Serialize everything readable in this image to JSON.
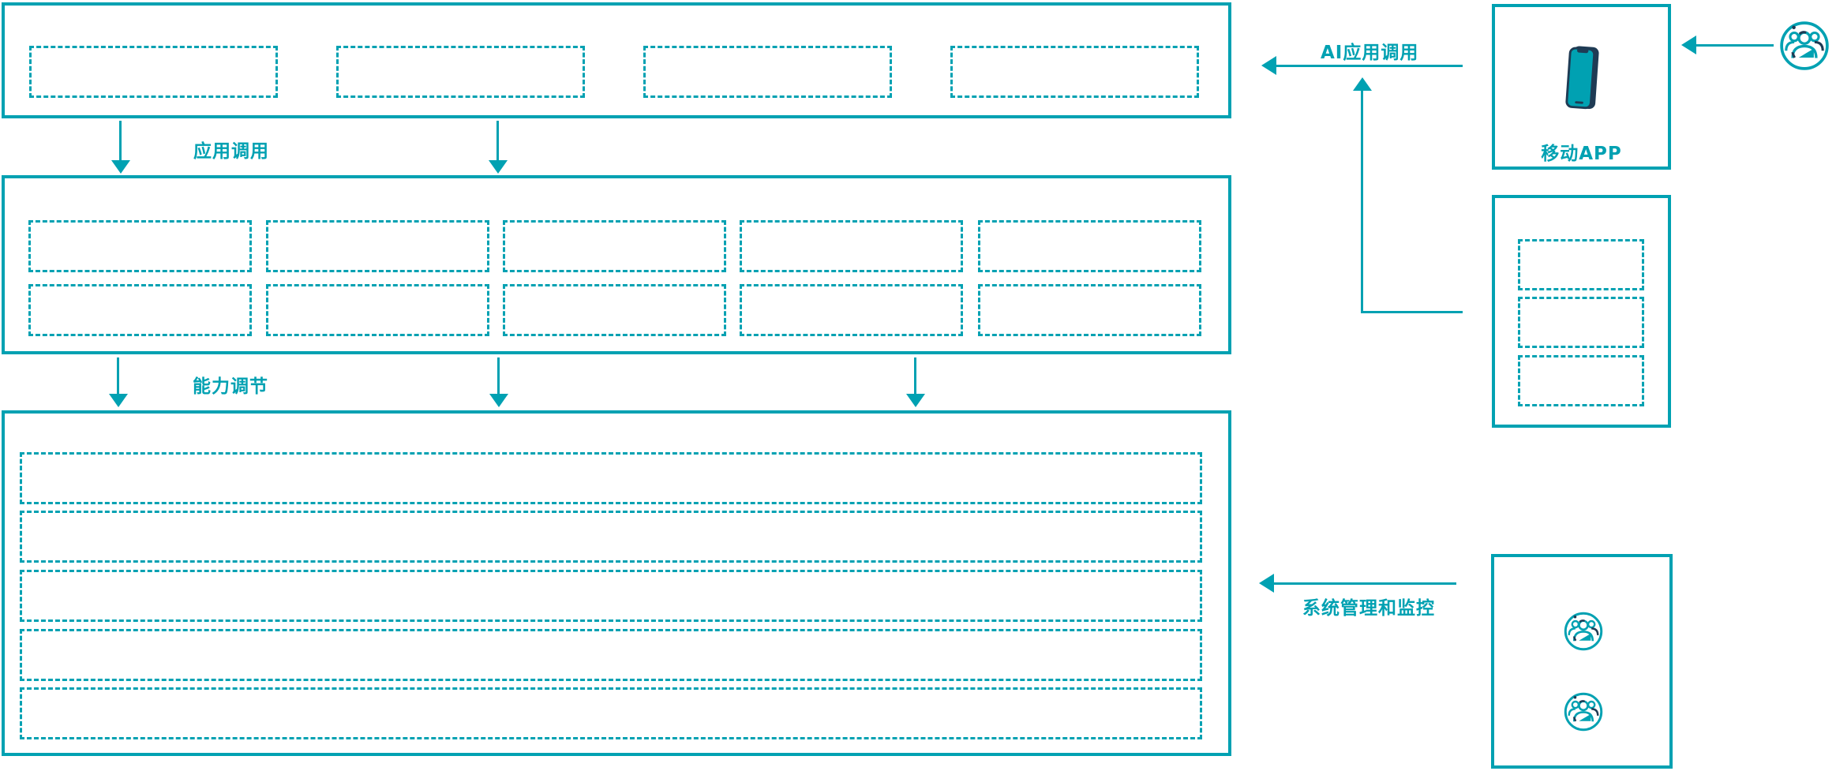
{
  "diagram_title": "",
  "colors": {
    "accent_teal": "#00a1b2",
    "accent_navy": "#1f3b54",
    "background": "#ffffff"
  },
  "flow_labels": {
    "app_call": "应用调用",
    "capability_adjust": "能力调节",
    "ai_app_call": "AI应用调用",
    "system_management": "系统管理和监控"
  },
  "mobile_app": {
    "label": "移动APP",
    "icon": "mobile-phone-icon"
  },
  "actors": {
    "top_right_icon": "user-group-icon",
    "admin_box_icons": [
      "user-group-icon",
      "user-group-icon"
    ]
  },
  "layers": {
    "top_layer": {
      "placeholder_count": 4
    },
    "middle_layer": {
      "rows": 2,
      "cols": 5,
      "placeholder_count": 10
    },
    "bottom_layer": {
      "row_count": 5
    },
    "right_panel": {
      "placeholder_count": 3
    }
  }
}
